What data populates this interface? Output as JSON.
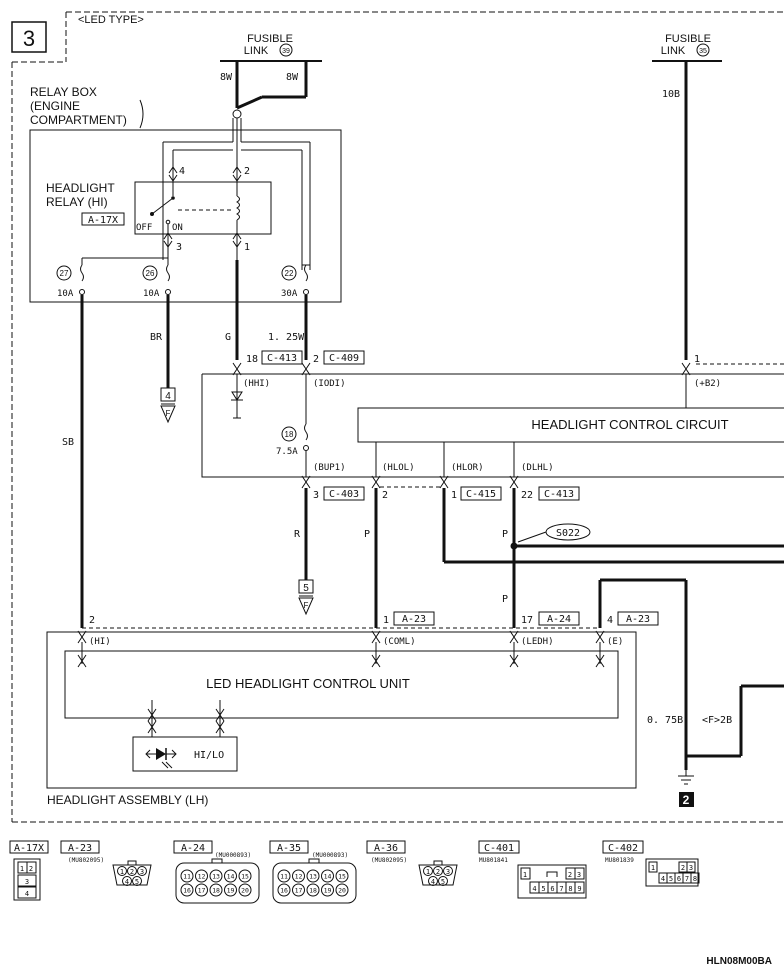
{
  "page": {
    "number": "3",
    "variant": "<LED TYPE>",
    "code": "HLN08M00BA"
  },
  "fusible_links": [
    {
      "label": "FUSIBLE",
      "sub": "LINK",
      "num": "39"
    },
    {
      "label": "FUSIBLE",
      "sub": "LINK",
      "num": "35"
    }
  ],
  "wire_labels": {
    "w8w_left": "8W",
    "w8w_right": "8W",
    "w10b": "10B",
    "br": "BR",
    "g": "G",
    "w125w": "1. 25W",
    "sb": "SB",
    "r": "R",
    "p1": "P",
    "p2": "P",
    "p3": "P",
    "w075b": "0. 75B",
    "f2b": "<F>2B"
  },
  "relay_box": {
    "line1": "RELAY BOX",
    "line2": "(ENGINE",
    "line3": "COMPARTMENT)"
  },
  "relay": {
    "line1": "HEADLIGHT",
    "line2": "RELAY (HI)",
    "connector": "A-17X",
    "off": "OFF",
    "on": "ON",
    "pins": [
      "4",
      "2",
      "3",
      "1"
    ]
  },
  "fuses": [
    {
      "num": "27",
      "amp": "10A"
    },
    {
      "num": "26",
      "amp": "10A"
    },
    {
      "num": "22",
      "amp": "30A"
    },
    {
      "num": "18",
      "amp": "7.5A"
    }
  ],
  "grounds": [
    "4",
    "5",
    "2"
  ],
  "ground_tag": "F",
  "pin_labels": {
    "hhi": "(HHI)",
    "iodi": "(IODI)",
    "b2": "(+B2)",
    "bup1": "(BUP1)",
    "hlol": "(HLOL)",
    "hlor": "(HLOR)",
    "dlhl": "(DLHL)",
    "hi": "(HI)",
    "coml": "(COML)",
    "ledh": "(LEDH)",
    "e": "(E)"
  },
  "connector_pins": {
    "p18": "18",
    "c413a": "C-413",
    "p2a": "2",
    "c409": "C-409",
    "p1top": "1",
    "p3": "3",
    "c403": "C-403",
    "p2b": "2",
    "p1b": "1",
    "c415": "C-415",
    "p22": "22",
    "c413b": "C-413",
    "p2c": "2",
    "p1c": "1",
    "a23a": "A-23",
    "p17": "17",
    "a24": "A-24",
    "p4": "4",
    "a23b": "A-23"
  },
  "headlight_control_circuit": "HEADLIGHT CONTROL CIRCUIT",
  "splice": "S022",
  "led_unit": "LED HEADLIGHT CONTROL UNIT",
  "led_symbol": "HI/LO",
  "assembly": "HEADLIGHT ASSEMBLY (LH)",
  "connector_legend": [
    {
      "name": "A-17X",
      "part": "",
      "pins": [
        "1",
        "2",
        "3",
        "4"
      ]
    },
    {
      "name": "A-23",
      "part": "(MU802095)",
      "pins": [
        "1",
        "2",
        "3",
        "4",
        "5"
      ]
    },
    {
      "name": "A-24",
      "part": "(MU000893)",
      "pins": [
        "11",
        "12",
        "13",
        "14",
        "15",
        "16",
        "17",
        "18",
        "19",
        "20"
      ]
    },
    {
      "name": "A-35",
      "part": "(MU000893)",
      "pins": [
        "11",
        "12",
        "13",
        "14",
        "15",
        "16",
        "17",
        "18",
        "19",
        "20"
      ]
    },
    {
      "name": "A-36",
      "part": "(MU802095)",
      "pins": [
        "1",
        "2",
        "3",
        "4",
        "5"
      ]
    },
    {
      "name": "C-401",
      "part": "MU801841",
      "pins": [
        "1",
        "2",
        "3",
        "4",
        "5",
        "6",
        "7",
        "8",
        "9"
      ]
    },
    {
      "name": "C-402",
      "part": "MU801839",
      "pins": [
        "1",
        "2",
        "3",
        "4",
        "5",
        "6",
        "7",
        "8"
      ]
    }
  ]
}
